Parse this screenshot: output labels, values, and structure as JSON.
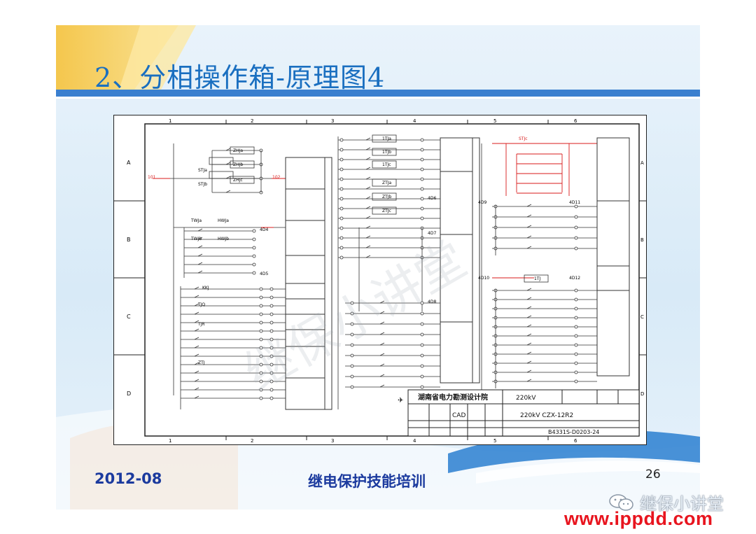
{
  "slide": {
    "title": "2、分相操作箱-原理图4",
    "footer_date": "2012-08",
    "footer_title": "继电保护技能培训",
    "page_number": "26"
  },
  "drawing": {
    "grid_columns": [
      "1",
      "2",
      "3",
      "4",
      "5",
      "6"
    ],
    "grid_rows": [
      "A",
      "B",
      "C",
      "D"
    ],
    "title_block": {
      "institute": "湖南省电力勘测设计院",
      "project": "220kV",
      "scale": "CAD",
      "drawing_title": "220kV CZX-12R2",
      "drawing_number": "B4331S-D0203-24"
    },
    "relay_labels": {
      "stj_a": "STJa",
      "stj_b": "STJb",
      "stj_c": "STJc",
      "zhj_a": "ZHJa",
      "zhj_b": "ZHJb",
      "zhj_c": "ZHJc",
      "tj_a": "1TJa",
      "tj_b": "1TJb",
      "tj_c": "1TJc",
      "ztj_a": "ZTJa",
      "ztj_b": "ZTJb",
      "ztj_c": "ZTJc",
      "twj_a": "TWJa",
      "twj_b": "TWJb",
      "hwj_a": "HWJa",
      "hwj_b": "HWJb",
      "kkj": "KKJ",
      "tjq": "TJQ",
      "tjr": "TJR",
      "ztj": "ZTJ",
      "tj": "1TJ"
    },
    "terminal_labels": {
      "t101": "101",
      "t102": "102",
      "t4d4": "4D4",
      "t4d5": "4D5",
      "t4d6": "4D6",
      "t4d7": "4D7",
      "t4d8": "4D8",
      "t4d9": "4D9",
      "t4d10": "4D10",
      "t4d11": "4D11",
      "t4d12": "4D12"
    },
    "watermark_text": "继保小讲堂"
  },
  "watermark": {
    "wechat_label": "继保小讲堂",
    "site": "www.ippdd.com"
  }
}
